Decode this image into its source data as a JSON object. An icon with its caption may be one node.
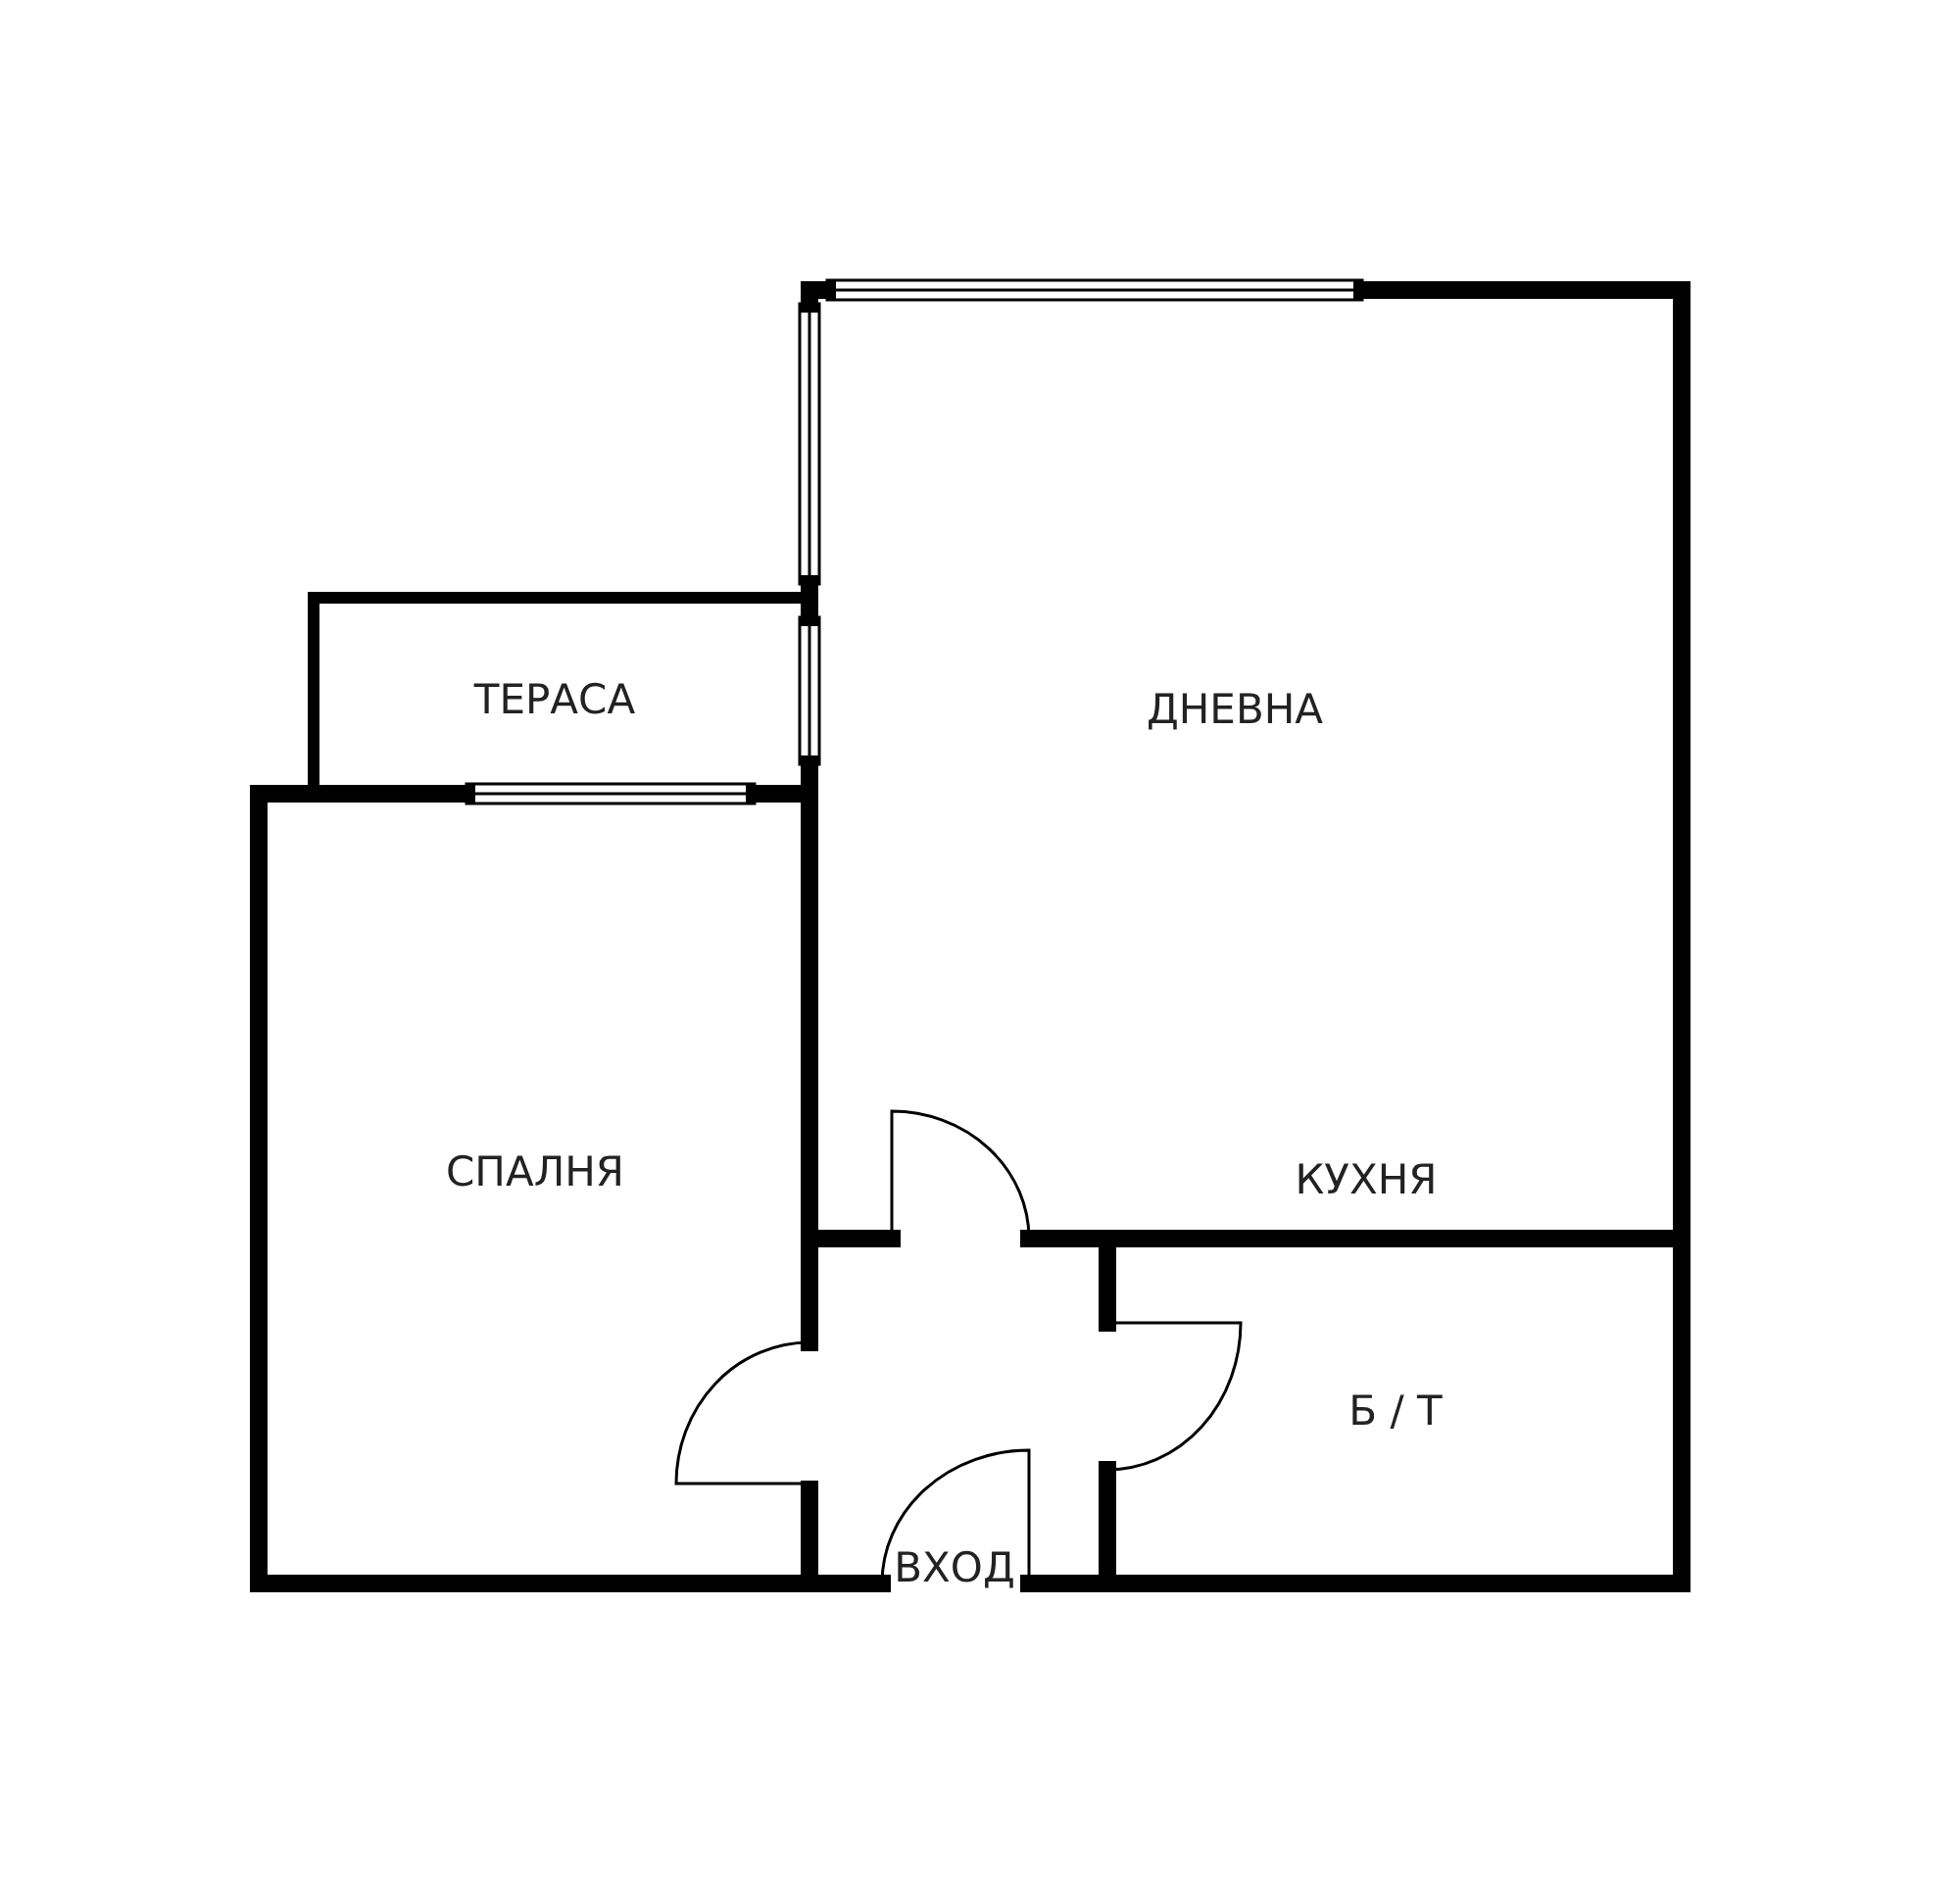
{
  "diagram": {
    "nodes": [
      {
        "text": [
          "ТЕРАСА"
        ]
      },
      {
        "text": [
          "ДНЕВНА",
          "КУХНЯ"
        ]
      },
      {
        "text": [
          "СПАЛНЯ"
        ]
      },
      {
        "text": [
          "ВХОД"
        ]
      },
      {
        "text": [
          "Б / Т"
        ]
      }
    ]
  }
}
